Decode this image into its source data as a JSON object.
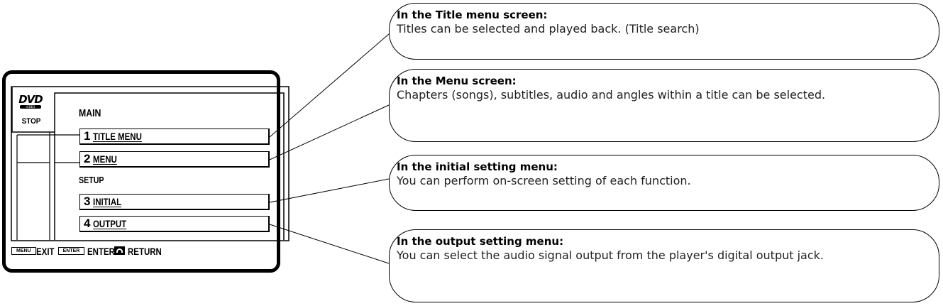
{
  "screen": {
    "logo_text": "DVD",
    "logo_sub": "VIDEO",
    "status": "STOP",
    "sections": [
      {
        "heading": "MAIN"
      },
      {
        "heading": "SETUP"
      }
    ],
    "items": [
      {
        "num": "1",
        "label": "TITLE MENU"
      },
      {
        "num": "2",
        "label": "MENU"
      },
      {
        "num": "3",
        "label": "INITIAL"
      },
      {
        "num": "4",
        "label": "OUTPUT"
      }
    ],
    "footer": {
      "menu_key": "MENU",
      "exit_label": "EXIT",
      "enter_key": "ENTER",
      "enter_label": "ENTER",
      "return_label": "RETURN"
    }
  },
  "callouts": [
    {
      "title": "In the Title menu screen:",
      "body": "Titles can be selected and played back. (Title search)"
    },
    {
      "title": "In the Menu screen:",
      "body": "Chapters (songs), subtitles, audio and angles within a title can be selected."
    },
    {
      "title": "In the initial setting menu:",
      "body": "You can perform on-screen setting of each function."
    },
    {
      "title": "In the output setting menu:",
      "body": "You can select the audio signal output from the player's digital output jack."
    }
  ]
}
